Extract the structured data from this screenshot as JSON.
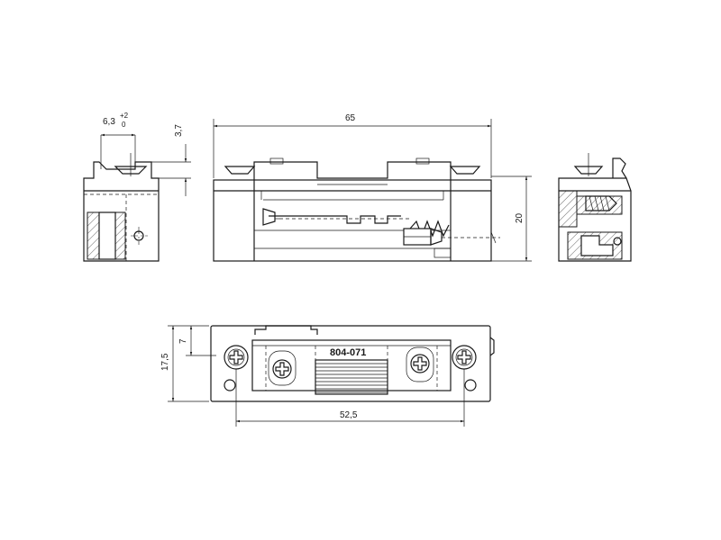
{
  "dimensions": {
    "side_width": "6,3",
    "side_tol_upper": "+2",
    "side_tol_lower": "0",
    "side_height": "3,7",
    "front_length": "65",
    "front_height": "20",
    "top_height_total": "17,5",
    "top_height_partial": "7",
    "top_hole_spacing": "52,5"
  },
  "part_number": "804-071",
  "line_color": "#1a1a1a",
  "background_color": "#ffffff"
}
